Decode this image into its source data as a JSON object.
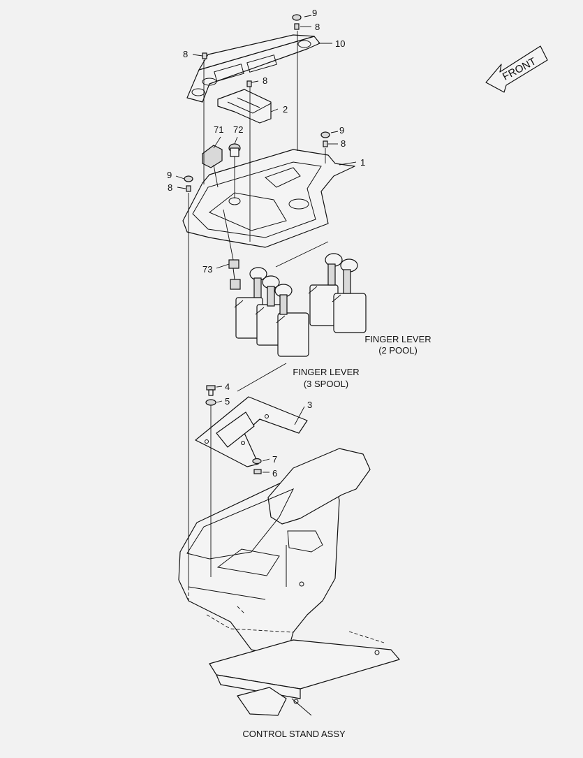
{
  "diagram": {
    "title": "CONTROL STAND ASSY",
    "direction_label": "FRONT",
    "group_labels": {
      "finger_lever_2": [
        "FINGER LEVER",
        "(2 POOL)"
      ],
      "finger_lever_3": [
        "FINGER LEVER",
        "(3 SPOOL)"
      ]
    },
    "callouts": [
      "9",
      "8",
      "10",
      "8",
      "8",
      "2",
      "71",
      "72",
      "9",
      "8",
      "1",
      "9",
      "8",
      "73",
      "4",
      "5",
      "3",
      "7",
      "6"
    ]
  }
}
